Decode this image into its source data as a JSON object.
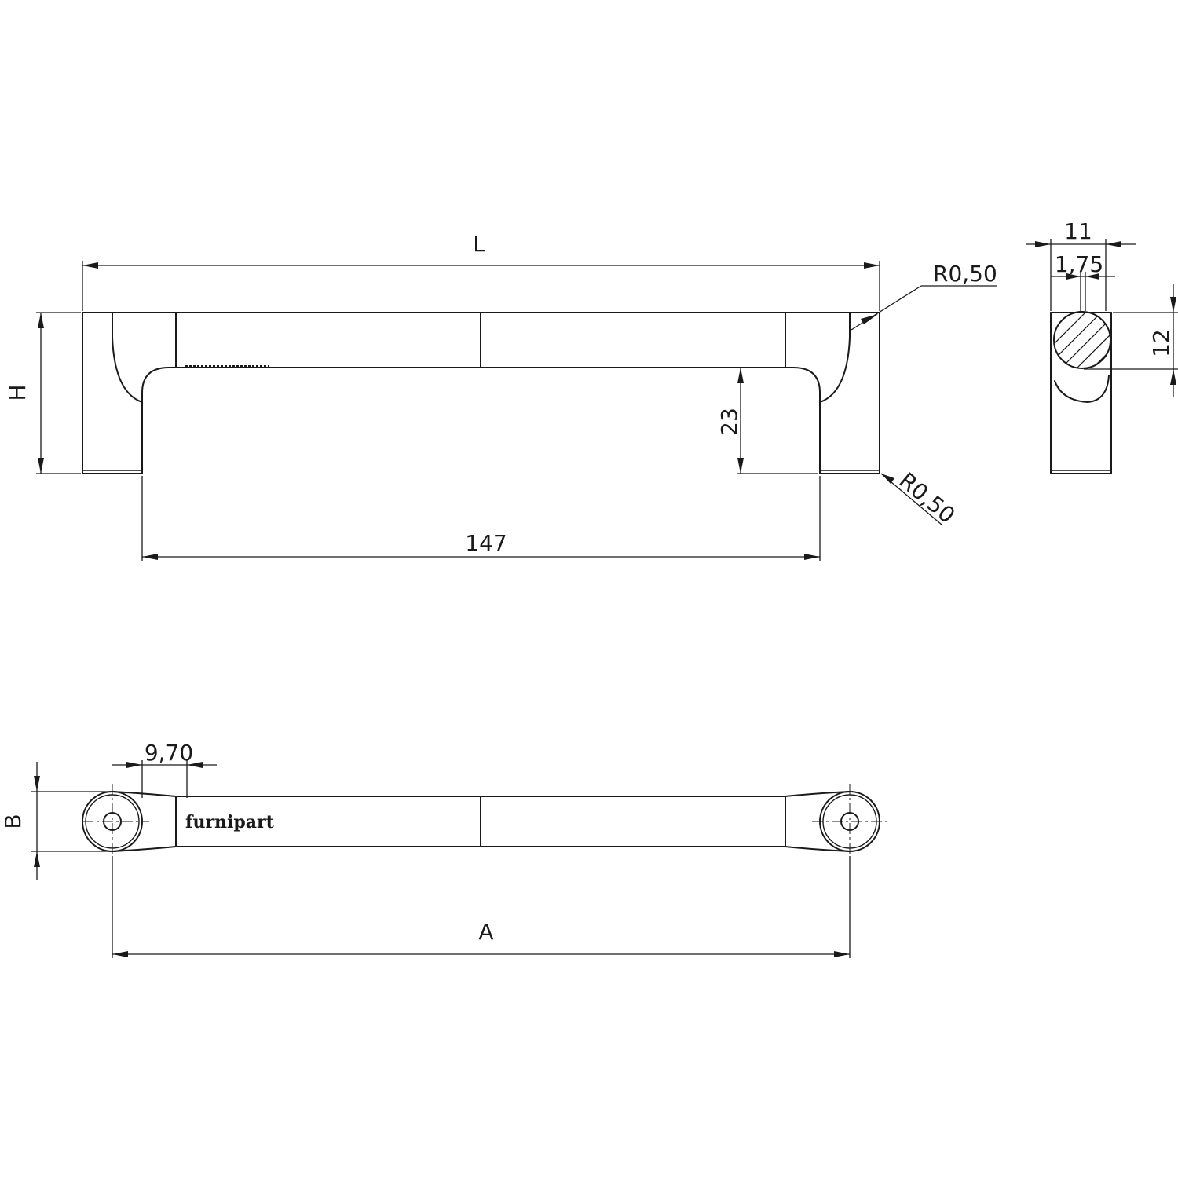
{
  "front_view": {
    "labels": {
      "overall_length": "L",
      "overall_height": "H",
      "span": "147",
      "clearance": "23",
      "radius_top": "R0,50",
      "radius_bottom": "R0,50"
    }
  },
  "side_view": {
    "labels": {
      "depth": "11",
      "offset": "1,75",
      "thickness": "12"
    }
  },
  "top_view": {
    "labels": {
      "foot_width": "B",
      "hole_spacing": "A",
      "boss_width": "9,70",
      "brand": "furnipart"
    }
  }
}
